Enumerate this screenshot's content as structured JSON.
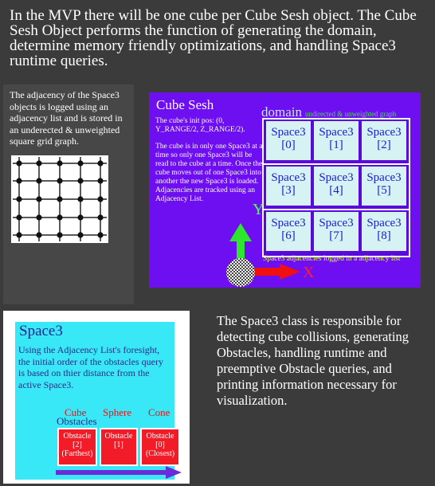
{
  "intro": "In the MVP there will be one cube per Cube Sesh object. The Cube Sesh Object performs the function of generating the domain, determine memory friendly optimizations, and handling Space3 runtime queries.",
  "adjacency_note": "The adjacency of the Space3 objects is logged using an adjacency list and is stored in an underected & unweighted square grid graph.",
  "cube_sesh": {
    "title": "Cube Sesh",
    "init_pos": "The cube's init pos: (0, Y_RANGE/2, Z_RANGE/2).",
    "description": "The cube is in only one Space3 at a time so only one Space3 will be read to the cube at a time. Once the cube moves out of one Space3 into another the new Space3 is loaded. Adjacencies are tracked using an Adjacency List.",
    "domain_title": "domain",
    "domain_subtitle": "undirected & unweighted graph",
    "cells": [
      {
        "name": "Space3",
        "index": "[0]"
      },
      {
        "name": "Space3",
        "index": "[1]"
      },
      {
        "name": "Space3",
        "index": "[2]"
      },
      {
        "name": "Space3",
        "index": "[3]"
      },
      {
        "name": "Space3",
        "index": "[4]"
      },
      {
        "name": "Space3",
        "index": "[5]"
      },
      {
        "name": "Space3",
        "index": "[6]"
      },
      {
        "name": "Space3",
        "index": "[7]"
      },
      {
        "name": "Space3",
        "index": "[8]"
      }
    ],
    "caption": "Space3 adjacencies logged in a adjacency list",
    "y_axis": "Y",
    "x_axis": "X"
  },
  "space3": {
    "title": "Space3",
    "text": "Using the Adjacency List's foresight, the initial order of the obstacles query is based on thier distance from the active Space3.",
    "shapes": [
      "Cube",
      "Sphere",
      "Cone"
    ],
    "obstacles_label": "Obstacles",
    "obstacles": [
      {
        "name": "Obstacle",
        "index": "[2]",
        "note": "(Farthest)"
      },
      {
        "name": "Obstacle",
        "index": "[1]",
        "note": ""
      },
      {
        "name": "Obstacle",
        "index": "[0]",
        "note": "(Closest)"
      }
    ]
  },
  "space3_description": "The Space3 class is responsible for detecting cube collisions, generating Obstacles, handling runtime and preemptive Obstacle queries, and printing information necessary for visualization.",
  "colors": {
    "background": "#3b3b3b",
    "cube_sesh_panel": "#6d0ff0",
    "cell": "#d6f2f2",
    "space3_panel": "#38e8f6",
    "obstacle": "#f21c28",
    "y_arrow": "#2ee62e",
    "x_arrow": "#f01010"
  }
}
